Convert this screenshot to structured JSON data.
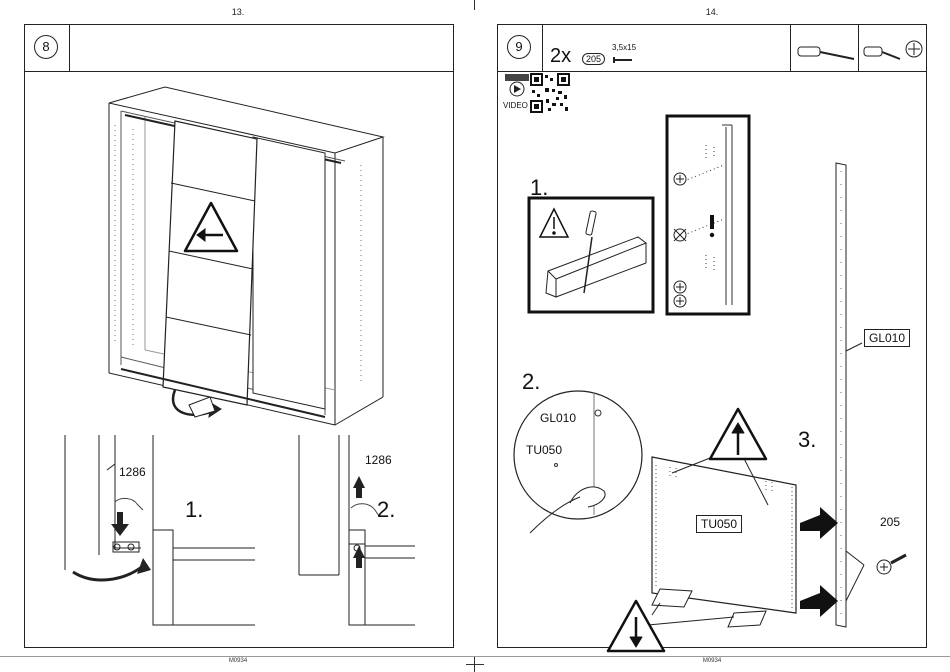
{
  "left_page": {
    "page_number": "13.",
    "footer_code": "M0934",
    "step_number": "8",
    "detail_1_dimension": "1286",
    "detail_1_step": "1.",
    "detail_2_dimension": "1286",
    "detail_2_step": "2."
  },
  "right_page": {
    "page_number": "14.",
    "footer_code": "M0934",
    "step_number": "9",
    "quantity": "2x",
    "part_number": "205",
    "screw_size": "3,5x15",
    "video_label": "VIDEO",
    "substep_1": "1.",
    "substep_2": "2.",
    "substep_3": "3.",
    "label_gl010_callout": "GL010",
    "label_gl010_rail": "GL010",
    "label_tu050_callout": "TU050",
    "label_tu050_panel": "TU050",
    "label_screw_part": "205"
  },
  "icons": [
    "screwdriver-flat-icon",
    "screwdriver-phillips-icon",
    "phillips-head-icon",
    "warning-icon",
    "arrow-left-icon",
    "arrow-up-icon",
    "arrow-down-icon",
    "qr-code-icon",
    "video-play-icon",
    "screw-icon"
  ]
}
